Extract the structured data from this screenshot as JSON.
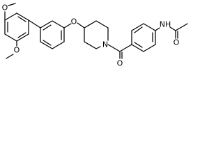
{
  "molecule": {
    "atoms": {
      "methoxy_top_oxygen": "O",
      "methoxy_bottom_oxygen": "O",
      "ether_oxygen": "O",
      "piperidine_nitrogen": "N",
      "carbonyl_oxygen": "O",
      "amide_nitrogen_hydrogen": "NH",
      "acetyl_oxygen": "O"
    }
  }
}
